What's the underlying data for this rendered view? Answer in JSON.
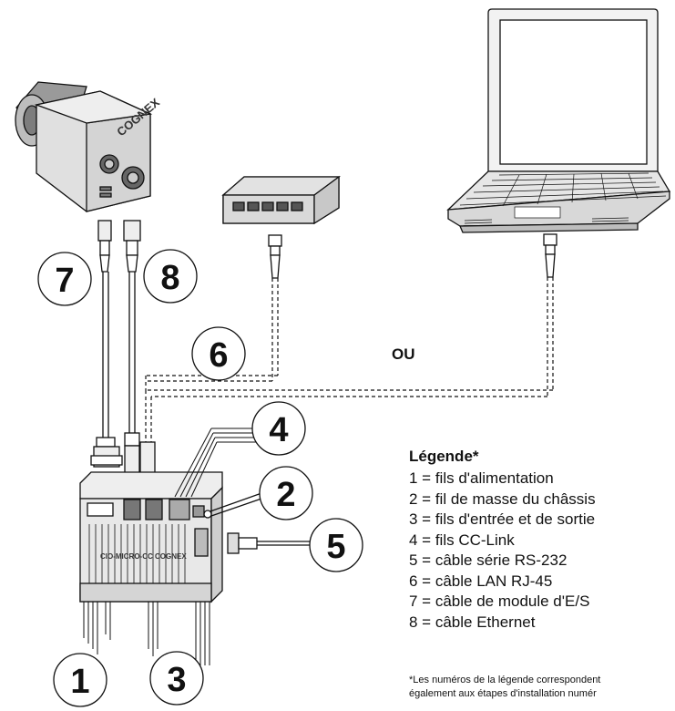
{
  "callouts": [
    "1",
    "2",
    "3",
    "4",
    "5",
    "6",
    "7",
    "8"
  ],
  "or_label": "OU",
  "device_labels": {
    "camera_brand": "COGNEX",
    "module_model": "CIO-MICRO-CC",
    "module_brand": "COGNEX"
  },
  "legend": {
    "title": "Légende*",
    "items": [
      "1 = fils d'alimentation",
      "2 = fil de masse du châssis",
      "3 = fils d'entrée et de sortie",
      "4 = fils CC-Link",
      "5 = câble série RS-232",
      "6 = câble LAN RJ-45",
      "7 = câble de module d'E/S",
      "8 = câble Ethernet"
    ],
    "footnote_line1": "*Les numéros de la légende correspondent",
    "footnote_line2": "également aux étapes d'installation numér"
  },
  "colors": {
    "line": "#111111",
    "cable": "#ffffff",
    "device_gray": "#e6e6e6"
  }
}
